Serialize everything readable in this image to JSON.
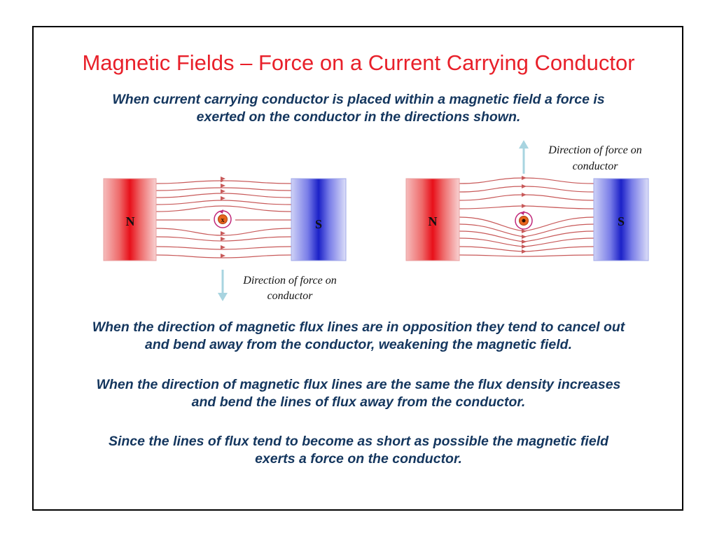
{
  "title": "Magnetic Fields – Force on a Current Carrying Conductor",
  "intro": [
    "When current carrying conductor is placed within a magnetic field a force is",
    "exerted on the conductor in the directions shown."
  ],
  "diagram_left": {
    "north_label": "N",
    "south_label": "S",
    "conductor_symbol": "x",
    "force_label": [
      "Direction of force on",
      "conductor"
    ]
  },
  "diagram_right": {
    "north_label": "N",
    "south_label": "S",
    "force_label": [
      "Direction of force on",
      "conductor"
    ]
  },
  "paragraphs": [
    [
      "When the direction of magnetic flux lines are in opposition they tend to cancel out",
      "and bend away from the conductor, weakening the magnetic field."
    ],
    [
      "When the direction of magnetic flux lines are the same the flux density increases",
      "and bend the lines of flux away from the conductor."
    ],
    [
      "Since the lines of flux tend to become as short as possible the magnetic field",
      "exerts a force on the conductor."
    ]
  ],
  "colors": {
    "title": "#e8202a",
    "body_text": "#14365e",
    "flux_line": "#c85a5a",
    "arrow": "#a8d4e0"
  }
}
